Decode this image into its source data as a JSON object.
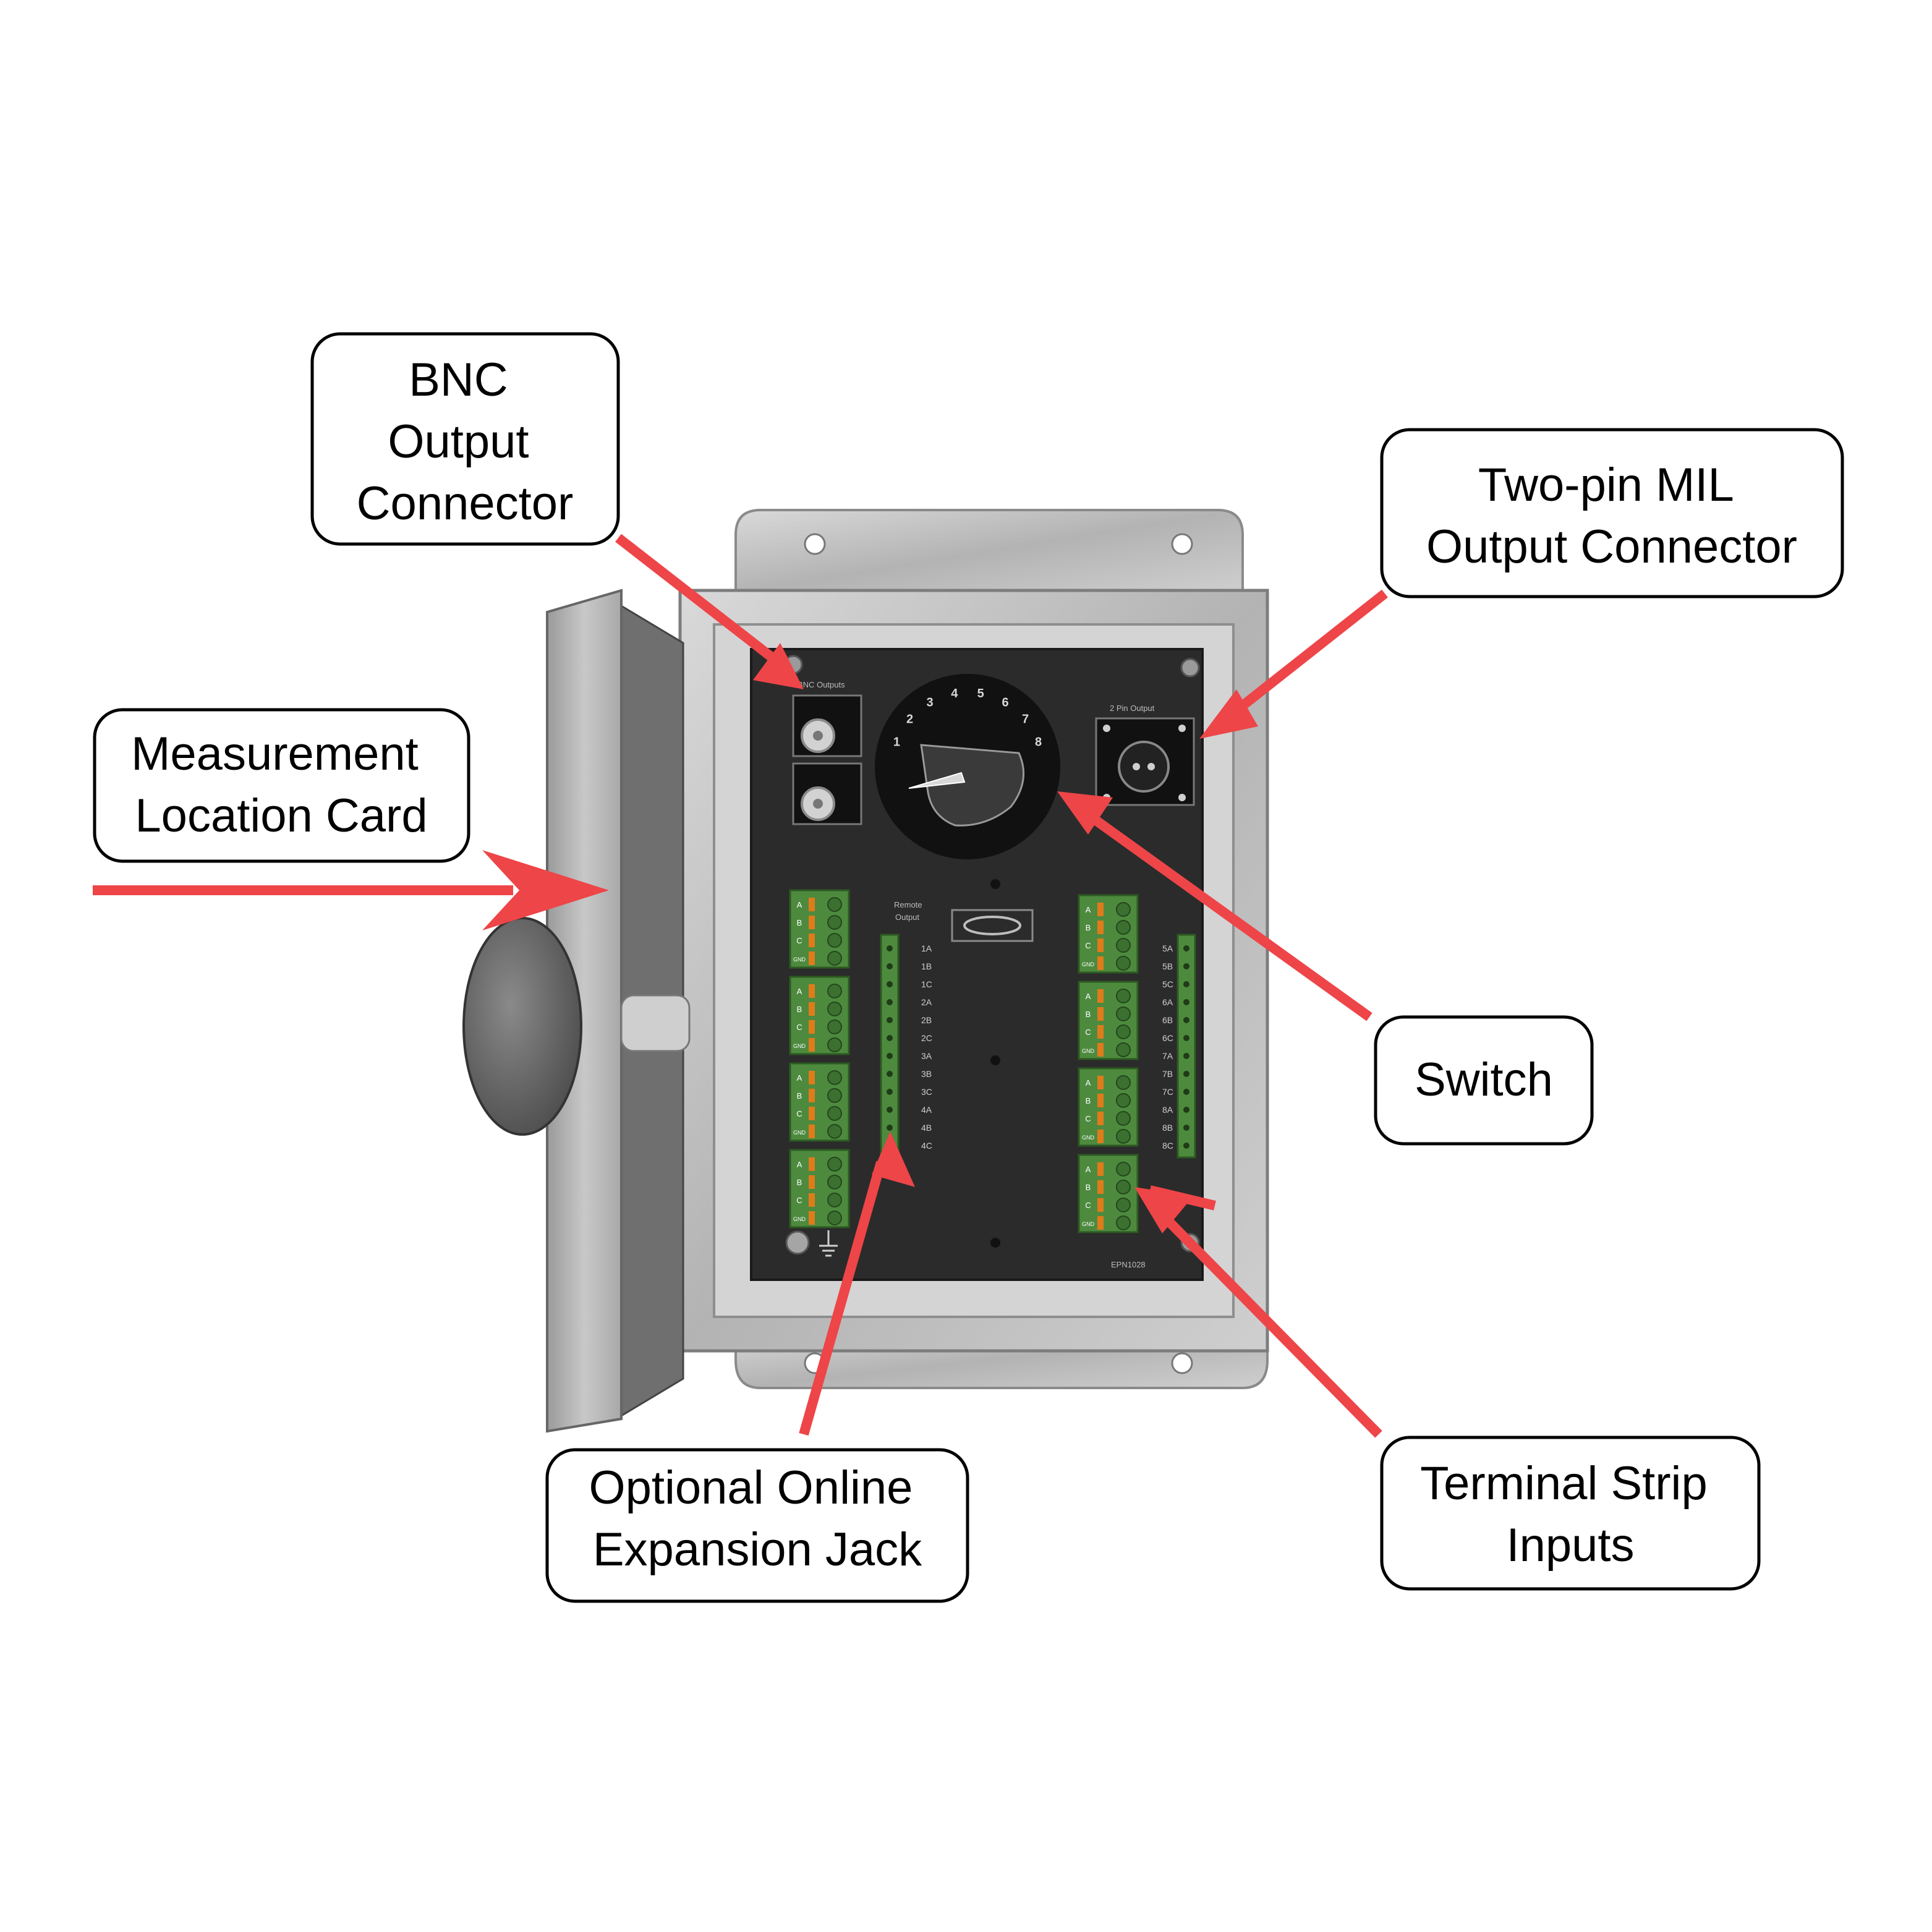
{
  "callouts": {
    "bnc": [
      "BNC",
      "Output",
      "Connector"
    ],
    "mil": [
      "Two-pin MIL",
      "Output Connector"
    ],
    "card": [
      "Measurement",
      "Location Card"
    ],
    "switch": [
      "Switch"
    ],
    "expansion": [
      "Optional Online",
      "Expansion Jack"
    ],
    "terminal": [
      "Terminal Strip",
      "Inputs"
    ]
  },
  "panel": {
    "bnc_outputs_label": "BNC Outputs",
    "pin_output_label": "2 Pin Output",
    "remote_output_label_1": "Remote",
    "remote_output_label_2": "Output",
    "part_number": "EPN1028",
    "switch_positions": [
      "1",
      "2",
      "3",
      "4",
      "5",
      "6",
      "7",
      "8"
    ],
    "terminal_letters": [
      "A",
      "B",
      "C",
      "GND"
    ],
    "left_channels": [
      "1A",
      "1B",
      "1C",
      "2A",
      "2B",
      "2C",
      "3A",
      "3B",
      "3C",
      "4A",
      "4B",
      "4C"
    ],
    "right_channels": [
      "5A",
      "5B",
      "5C",
      "6A",
      "6B",
      "6C",
      "7A",
      "7B",
      "7C",
      "8A",
      "8B",
      "8C"
    ]
  },
  "colors": {
    "arrow": "#ee4548",
    "steel": "#bdbdbd",
    "panel": "#2b2b2b",
    "terminal_green": "#4d8a3e",
    "terminal_orange": "#e07b1b"
  }
}
